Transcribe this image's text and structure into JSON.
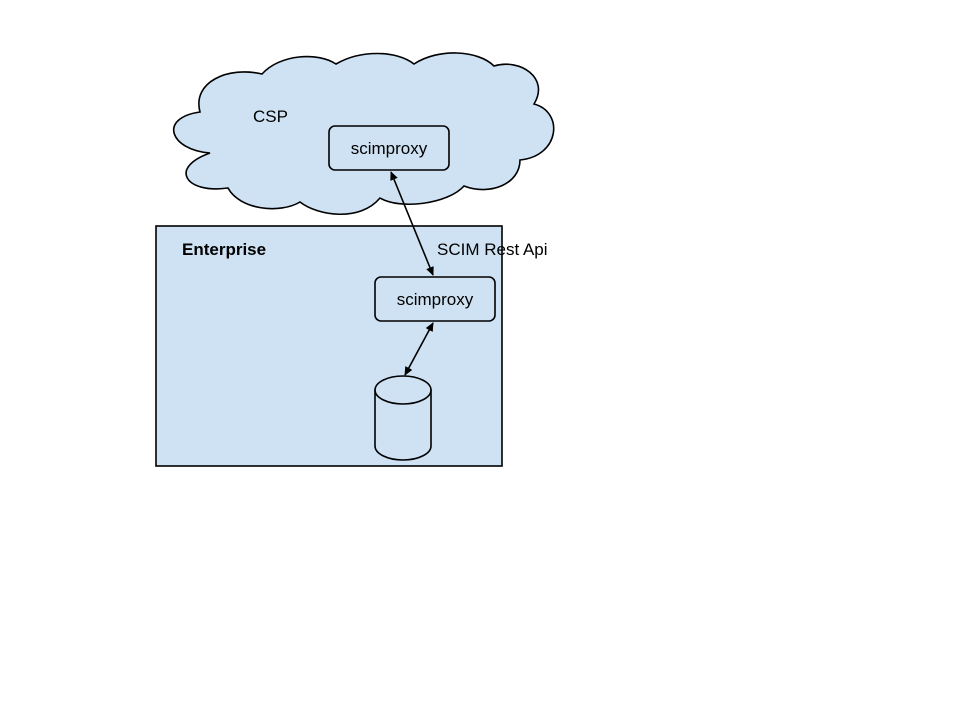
{
  "colors": {
    "fill": "#cfe2f3",
    "stroke": "#000000",
    "background": "#ffffff"
  },
  "cloud": {
    "label": "CSP",
    "node_label": "scimproxy"
  },
  "enterprise": {
    "label": "Enterprise",
    "node_label": "scimproxy",
    "database_icon": "database-cylinder-icon"
  },
  "connections": {
    "api_label": "SCIM Rest Api"
  }
}
